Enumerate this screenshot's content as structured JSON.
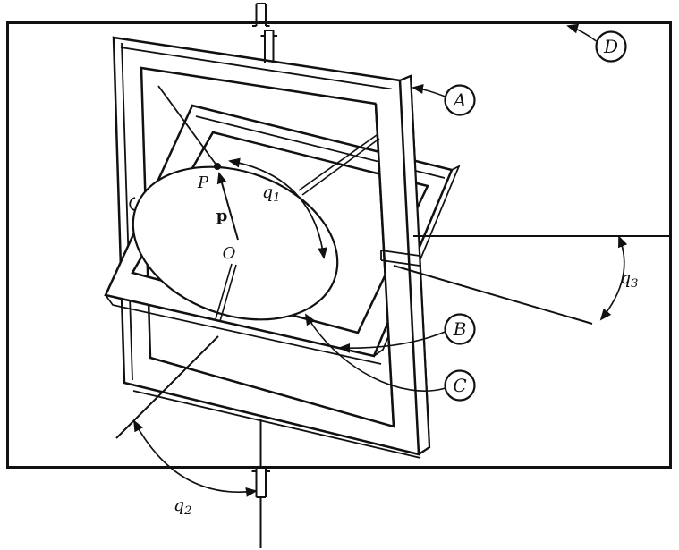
{
  "diagram": {
    "colors": {
      "ink": "#111111",
      "paper": "#ffffff"
    },
    "callouts": {
      "a": {
        "label": "A"
      },
      "b": {
        "label": "B"
      },
      "c": {
        "label": "C"
      },
      "d": {
        "label": "D"
      }
    },
    "points": {
      "p_point": {
        "label": "P"
      },
      "origin": {
        "label": "O"
      },
      "p_vector": {
        "label": "p"
      }
    },
    "angles": {
      "q1": {
        "base": "q",
        "sub": "1"
      },
      "q2": {
        "base": "q",
        "sub": "2"
      },
      "q3": {
        "base": "q",
        "sub": "3"
      }
    }
  }
}
